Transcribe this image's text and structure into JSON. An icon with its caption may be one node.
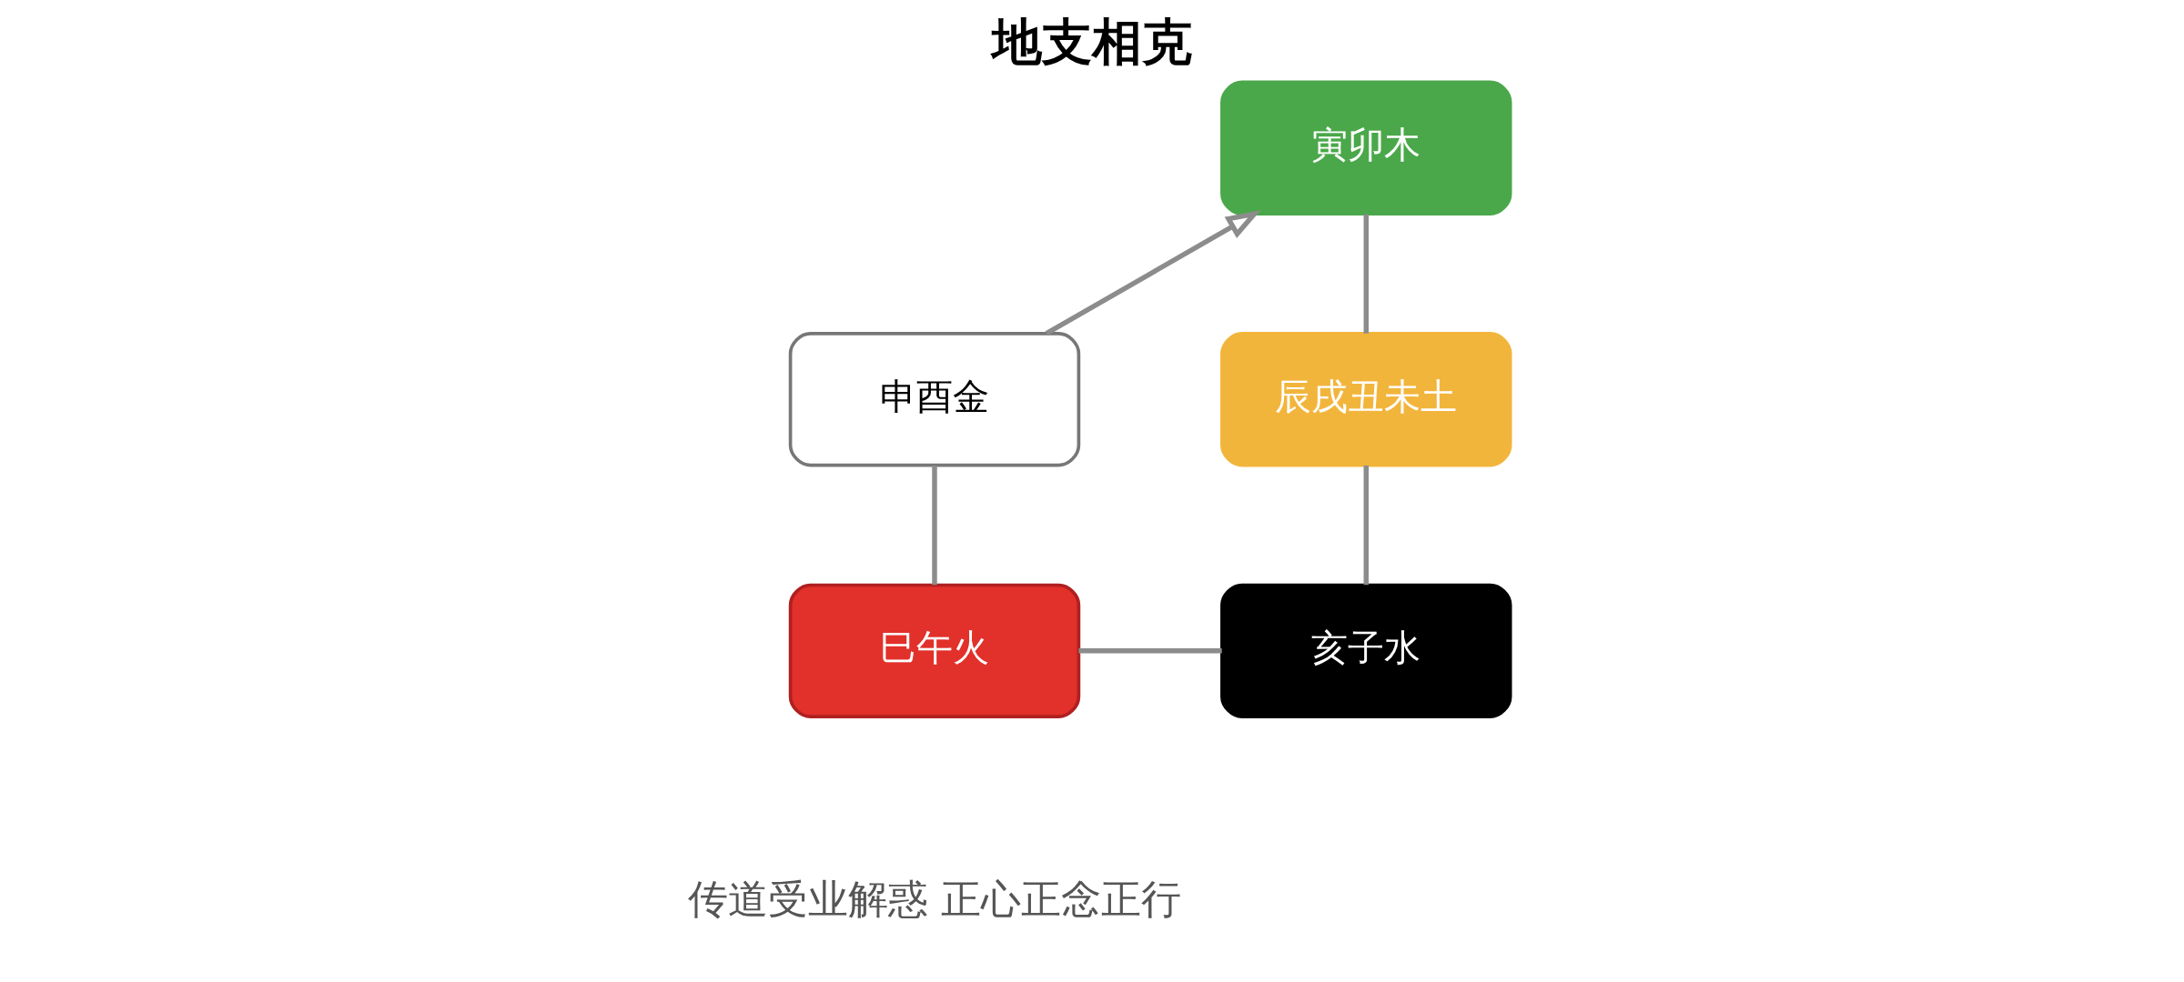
{
  "diagram": {
    "title": "地支相克",
    "nodes": [
      {
        "text": [
          "寅卯木"
        ]
      },
      {
        "text": [
          "辰戌丑未土"
        ]
      },
      {
        "text": [
          "亥子水"
        ]
      },
      {
        "text": [
          "巳午火"
        ]
      },
      {
        "text": [
          "申酉金"
        ]
      }
    ],
    "edges": [
      {
        "from": 0,
        "to": 1,
        "arrow": "none"
      },
      {
        "from": 1,
        "to": 2,
        "arrow": "none"
      },
      {
        "from": 2,
        "to": 3,
        "arrow": "none"
      },
      {
        "from": 3,
        "to": 4,
        "arrow": "none"
      },
      {
        "from": 4,
        "to": 0,
        "arrow": "to"
      }
    ],
    "labels": [
      "传道受业解惑 正心正念正行"
    ]
  }
}
